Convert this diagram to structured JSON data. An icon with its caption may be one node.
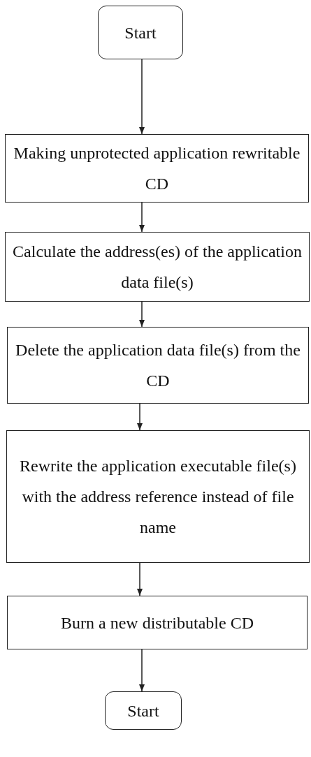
{
  "diagram": {
    "nodes": [
      {
        "text": [
          "Start"
        ]
      },
      {
        "text": [
          "Making unprotected application rewritable CD"
        ]
      },
      {
        "text": [
          "Calculate the address(es) of the application data file(s)"
        ]
      },
      {
        "text": [
          "Delete the application data file(s) from the CD"
        ]
      },
      {
        "text": [
          "Rewrite the application executable file(s) with the address reference instead of file name"
        ]
      },
      {
        "text": [
          "Burn a new distributable CD"
        ]
      },
      {
        "text": [
          "Start"
        ]
      }
    ],
    "edges": [
      {
        "from": 0,
        "to": 1,
        "arrow": "to"
      },
      {
        "from": 1,
        "to": 2,
        "arrow": "to"
      },
      {
        "from": 2,
        "to": 3,
        "arrow": "to"
      },
      {
        "from": 3,
        "to": 4,
        "arrow": "to"
      },
      {
        "from": 4,
        "to": 5,
        "arrow": "to"
      },
      {
        "from": 5,
        "to": 6,
        "arrow": "to"
      }
    ]
  }
}
